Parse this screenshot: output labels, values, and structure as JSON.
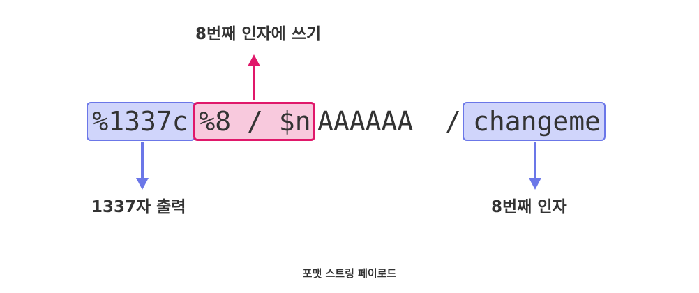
{
  "labels": {
    "top": "8번째 인자에 쓰기",
    "left": "1337자 출력",
    "right": "8번째 인자"
  },
  "code": {
    "segment_1": "%1337c",
    "segment_2": "%8 / $n",
    "segment_3": "AAAAAA  / ",
    "segment_4": "changeme"
  },
  "caption": "포맷 스트링 페이로드",
  "colors": {
    "blue_fill": "#d0d5fb",
    "blue_stroke": "#6b77e8",
    "pink_fill": "#f8c9dd",
    "pink_stroke": "#e0186a",
    "text": "#333333"
  }
}
